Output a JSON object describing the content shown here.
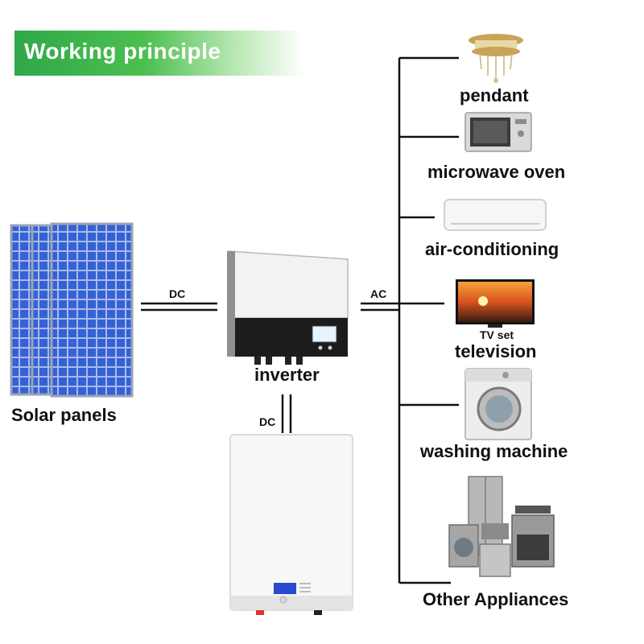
{
  "title": "Working principle",
  "components": {
    "solar_panels": "Solar panels",
    "inverter": "inverter",
    "battery": ""
  },
  "connections": {
    "panels_to_inverter": "DC",
    "inverter_to_battery": "DC",
    "inverter_to_appliances": "AC"
  },
  "appliances": [
    {
      "label": "pendant",
      "icon": "chandelier-icon"
    },
    {
      "label": "microwave oven",
      "icon": "microwave-icon"
    },
    {
      "label": "air-conditioning",
      "icon": "air-conditioner-icon"
    },
    {
      "label": "television",
      "icon": "television-icon",
      "caption": "TV set"
    },
    {
      "label": "washing machine",
      "icon": "washing-machine-icon"
    },
    {
      "label": "Other Appliances",
      "icon": "appliances-icon"
    }
  ],
  "colors": {
    "banner": "#2fa84a",
    "panel": "#2a4bb8",
    "inverter_base": "#1c1c1c"
  }
}
